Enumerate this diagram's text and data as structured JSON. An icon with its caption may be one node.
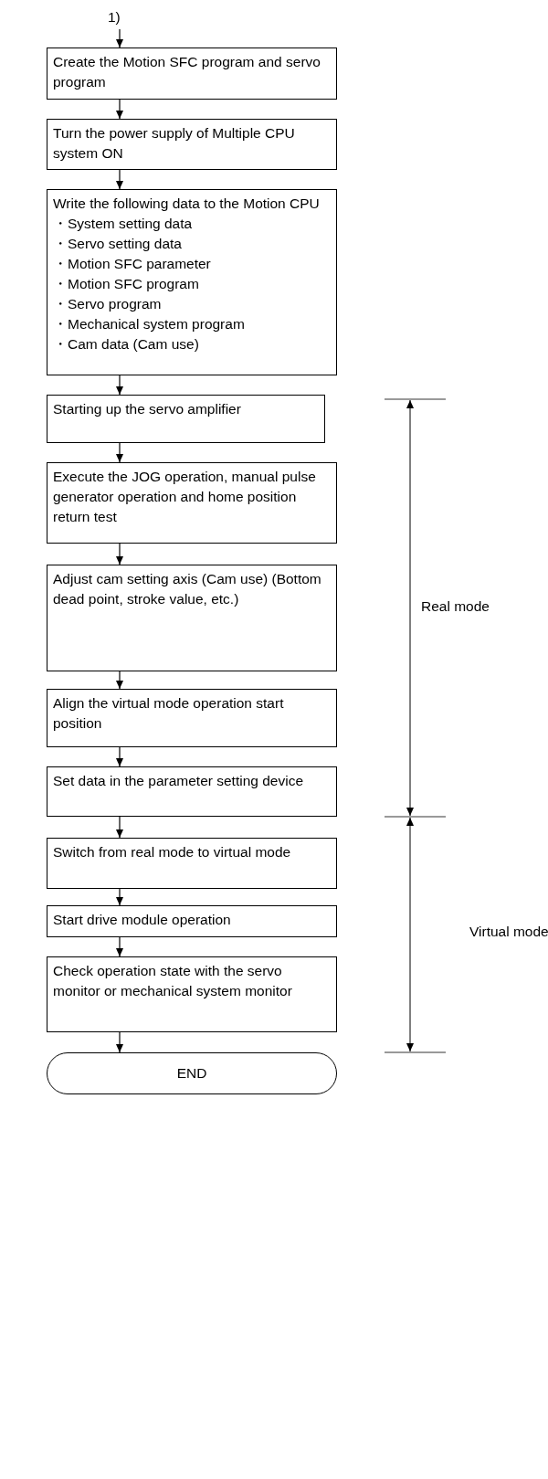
{
  "diagram": {
    "nodes": [
      {
        "text": [
          "1)"
        ]
      },
      {
        "text": [
          "Create the Motion SFC program and servo program"
        ]
      },
      {
        "text": [
          "Turn the power supply of Multiple CPU system ON"
        ]
      },
      {
        "text": [
          "Write the following data to the Motion CPU",
          "・System setting data",
          "・Servo setting data",
          "・Motion SFC parameter",
          "・Motion SFC program",
          "・Servo program",
          "・Mechanical system program",
          "・Cam data (Cam use)"
        ]
      },
      {
        "text": [
          "Starting up the servo amplifier"
        ]
      },
      {
        "text": [
          "Execute the JOG operation, manual pulse generator operation and home position return test"
        ]
      },
      {
        "text": [
          "Adjust cam setting axis (Cam use) (Bottom dead point, stroke value, etc.)"
        ]
      },
      {
        "text": [
          "Align the virtual mode operation start position"
        ]
      },
      {
        "text": [
          "Set data in the parameter setting device"
        ]
      },
      {
        "text": [
          "Switch from real mode to virtual mode"
        ]
      },
      {
        "text": [
          "Start drive module operation"
        ]
      },
      {
        "text": [
          "Check operation state with the servo monitor or mechanical system monitor"
        ]
      },
      {
        "text": [
          "END"
        ]
      }
    ],
    "edges": [
      {
        "from": 0,
        "to": 1,
        "arrow": "to"
      },
      {
        "from": 1,
        "to": 2,
        "arrow": "to"
      },
      {
        "from": 2,
        "to": 3,
        "arrow": "to"
      },
      {
        "from": 3,
        "to": 4,
        "arrow": "to"
      },
      {
        "from": 4,
        "to": 5,
        "arrow": "to"
      },
      {
        "from": 5,
        "to": 6,
        "arrow": "to"
      },
      {
        "from": 6,
        "to": 7,
        "arrow": "to"
      },
      {
        "from": 7,
        "to": 8,
        "arrow": "to"
      },
      {
        "from": 8,
        "to": 9,
        "arrow": "to"
      },
      {
        "from": 9,
        "to": 10,
        "arrow": "to"
      },
      {
        "from": 10,
        "to": 11,
        "arrow": "to"
      },
      {
        "from": 11,
        "to": 12,
        "arrow": "to"
      }
    ],
    "labels": [
      "Real mode",
      "Virtual mode"
    ]
  }
}
